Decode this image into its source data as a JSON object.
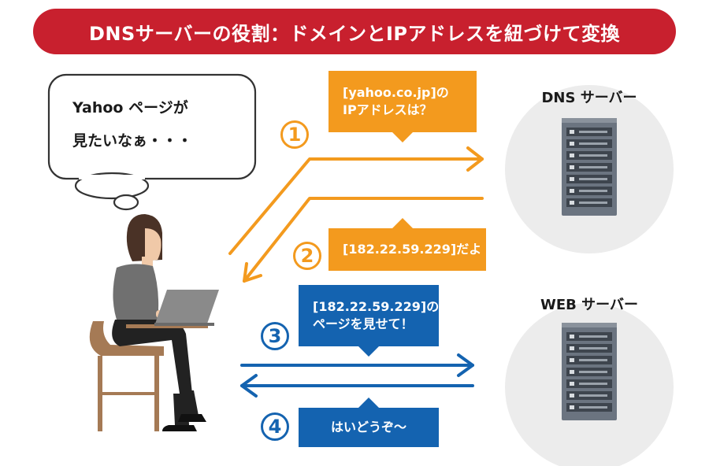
{
  "title": "DNSサーバーの役割：ドメインとIPアドレスを紐づけて変換",
  "thought": {
    "line1": "Yahoo ページが",
    "line2": "見たいなぁ・・・"
  },
  "servers": {
    "dns_label": "DNS サーバー",
    "web_label": "WEB サーバー"
  },
  "steps": [
    {
      "number": "1",
      "line1": "[yahoo.co.jp]の",
      "line2": "IPアドレスは？"
    },
    {
      "number": "2",
      "line1": "[182.22.59.229]だよ"
    },
    {
      "number": "3",
      "line1": "[182.22.59.229]の",
      "line2": "ページを見せて！"
    },
    {
      "number": "4",
      "line1": "はいどうぞ〜"
    }
  ],
  "colors": {
    "title_bg": "#c8202e",
    "orange": "#f39a1e",
    "blue": "#1463b0"
  }
}
